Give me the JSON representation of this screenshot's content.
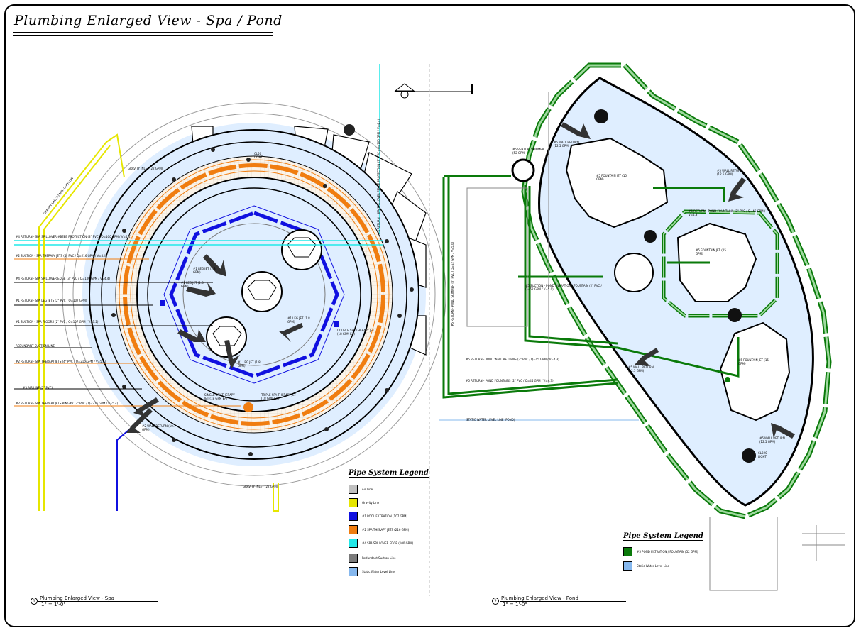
{
  "drawing_title": "Plumbing Enlarged View - Spa / Pond",
  "spa_view": {
    "title": "Plumbing Enlarged View - Spa",
    "scale": "1\" = 1'-0\"",
    "number": "1",
    "legend": {
      "title": "Pipe System Legend",
      "items": [
        {
          "label": "Air Line",
          "color": "#c0c0c0"
        },
        {
          "label": "Gravity Line",
          "color": "#e6e600"
        },
        {
          "label": "#1 POOL FILTRATION (107 GPM)",
          "color": "#1010e0"
        },
        {
          "label": "#2 SPA THERAPY JETS (216 GPM)",
          "color": "#f07d10"
        },
        {
          "label": "#4 SPA SPILLOVER EDGE (100 GPM)",
          "color": "#22e8e8"
        },
        {
          "label": "Redundant Suction Line",
          "color": "#7a7a7a"
        },
        {
          "label": "Static Water Level Line",
          "color": "#86b8ee"
        }
      ]
    },
    "callouts": {
      "spillover": "#4 RETURN - SPA SPILLOVER #BEEB PROTECTION (3\" PVC / Q=100 GPM / V=4.4)",
      "therapy_suction": "#2 SUCTION - SPA THERAPY JETS (4\" PVC / Q=216 GPM / V=5.4)",
      "spillover_edge": "#4 RETURN - SPA SPILLOVER EDGE (3\" PVC / Q=100 GPM / V=4.4)",
      "leg_jets": "#1 RETURN - SPA LEG JETS (2\" PVC / Q=107 GPM)",
      "floor_suction": "#1 SUCTION - SPA FLOORS (2\" PVC / Q=107 GPM / V=3.2)",
      "redundant": "REDUNDANT SUCTION LINE",
      "therapy_return": "#2 RETURN - SPA THERAPY JETS (4\" PVC / Q=216 GPM / V=5.4)",
      "air": "#3 AIR LINE (2\" PVC)",
      "therapy_return2": "#2 RETURN - SPA THERAPY JETS RING#2 (3\" PVC / Q=216 GPM / V=5.4)",
      "gravity_line": "GRAVITY LINE TO MIN. OUTFLOW",
      "gravity_inlet": "GRAVITY INLET (22 GPM)",
      "gravity_inlet2": "GRAVITY INLET (22 GPM)",
      "fence": "#4 RETURN - SPA SPILLOVER FENCE PROTECTION (3\" PVC / Q=100 GPM / V=4.4)",
      "wall_return": "#2 WALL RETURN (10.7 GPM)",
      "leg_jet_a": "#1 LEG JET (1.8 GPM)",
      "leg_jet_b": "#1 LEG JET (1.8 GPM)",
      "leg_jet_c": "#1 LEG JET (1.8 GPM)",
      "leg_jet_d": "#1 LEG JET (1.8 GPM)",
      "single_jet": "SINGLE SPA THERAPY JET (18 GPM EA)",
      "triple_jet": "TRIPLE SPA THERAPY JET (18 GPM EA)",
      "double_jet": "DOUBLE SPA THERAPY JET (18 GPM EA)",
      "light": "CL50 LIGHT"
    }
  },
  "pond_view": {
    "title": "Plumbing Enlarged View - Pond",
    "scale": "1\" = 1'-0\"",
    "number": "2",
    "legend": {
      "title": "Pipe System Legend",
      "items": [
        {
          "label": "#5 POND FILTRATION / FOUNTAIN (52 GPM)",
          "color": "#0a7a0a"
        },
        {
          "label": "Static Water Level Line",
          "color": "#86b8ee"
        }
      ]
    },
    "callouts": {
      "wall_return_a": "#5 WALL RETURN (12.5 GPM)",
      "wall_return_b": "#5 WALL RETURN (12.5 GPM)",
      "wall_return_c": "#5 WALL RETURN (12.5 GPM)",
      "wall_return_d": "#5 WALL RETURN (12.5 GPM)",
      "venturi": "#5 VENTURI SKIMMER (52 GPM)",
      "fountain_return": "#5 RETURN - POND FOUNTAINS (2\" PVC / Q=45 GPM / V=4.3)",
      "pond_suction": "#5 SUCTION - POND FILTRATION / FOUNTAIN (2\" PVC / Q=52 GPM / V=5.0)",
      "wall_returns": "#5 RETURN - POND WALL RETURNS (2\" PVC / Q=45 GPM / V=4.3)",
      "fountains_main": "#5 RETURN - POND FOUNTAINS (2\" PVC / Q=45 GPM / V=4.3)",
      "static_level": "STATIC WATER LEVEL LINE (POND)",
      "skimmer_line": "#5 RETURN - POND SKIMMER (2\" PVC / Q=52 GPM / V=5.0)",
      "fountain_jet_a": "#5 FOUNTAIN JET (15 GPM)",
      "fountain_jet_b": "#5 FOUNTAIN JET (15 GPM)",
      "fountain_jet_c": "#5 FOUNTAIN JET (15 GPM)",
      "light": "CL320 LIGHT"
    }
  }
}
